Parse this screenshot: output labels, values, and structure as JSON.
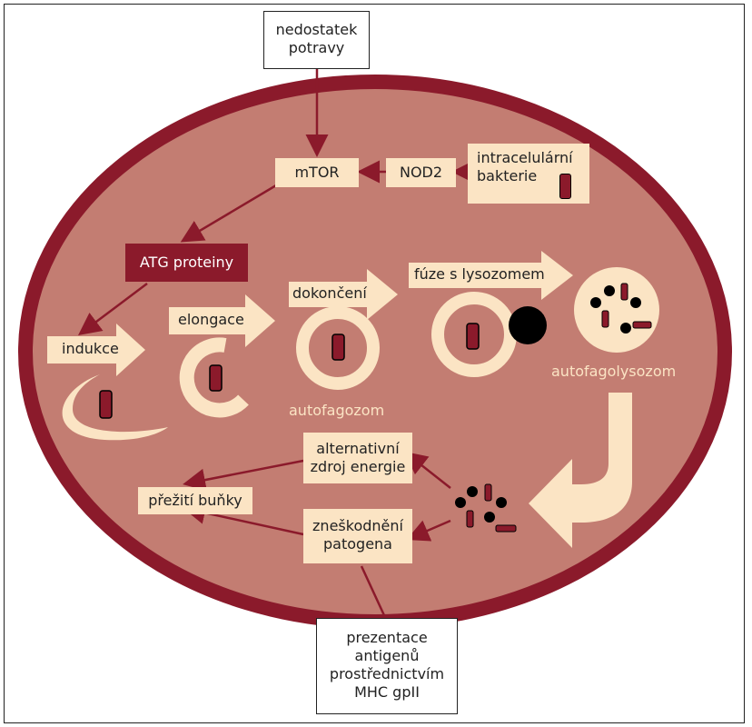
{
  "colors": {
    "cell_fill": "#c37d72",
    "cell_border": "#8b1a2b",
    "beige": "#fbe4c4",
    "dark_red": "#8b1a2b",
    "black": "#000000"
  },
  "nodes": {
    "nedostatek_line1": "nedostatek",
    "nedostatek_line2": "potravy",
    "mtor": "mTOR",
    "nod2": "NOD2",
    "bakterie_line1": "intracelulární",
    "bakterie_line2": "bakterie",
    "atg": "ATG proteiny",
    "alt_line1": "alternativní",
    "alt_line2": "zdroj energie",
    "preziti": "přežití buňky",
    "zneskodneni_line1": "zneškodnění",
    "zneskodneni_line2": "patogena",
    "prezentace_line1": "prezentace",
    "prezentace_line2": "antigenů",
    "prezentace_line3": "prostřednictvím",
    "prezentace_line4": "MHC gpII"
  },
  "stages": {
    "indukce": "indukce",
    "elongace": "elongace",
    "dokonceni": "dokončení",
    "fuze": "fúze s lysozomem"
  },
  "labels": {
    "autofagozom": "autofagozom",
    "autofagolysozom": "autofagolysozom"
  }
}
